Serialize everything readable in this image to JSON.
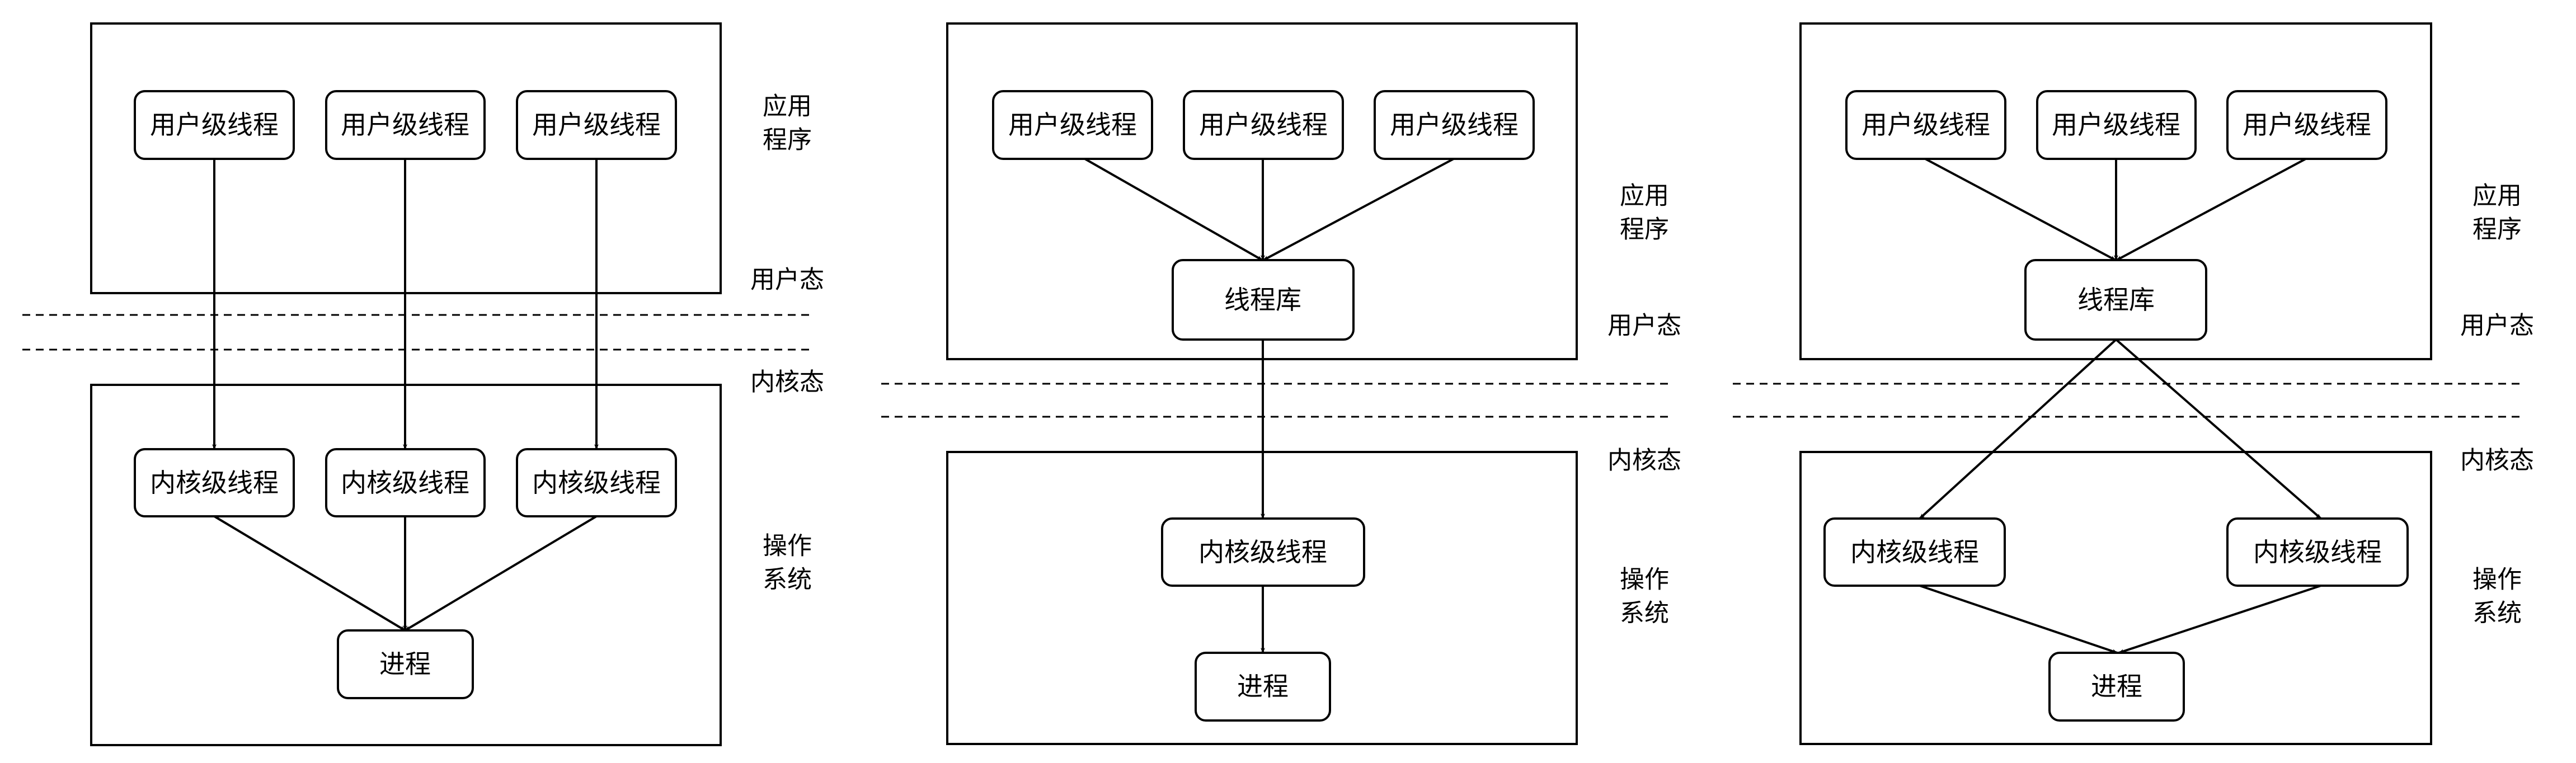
{
  "diagrams": [
    {
      "user_threads": [
        "用户级线程",
        "用户级线程",
        "用户级线程"
      ],
      "kernel_threads": [
        "内核级线程",
        "内核级线程",
        "内核级线程"
      ],
      "process": "进程",
      "app_label": [
        "应用",
        "程序"
      ],
      "user_mode": "用户态",
      "kernel_mode": "内核态",
      "os_label": [
        "操作",
        "系统"
      ]
    },
    {
      "user_threads": [
        "用户级线程",
        "用户级线程",
        "用户级线程"
      ],
      "thread_lib": "线程库",
      "kernel_threads": [
        "内核级线程"
      ],
      "process": "进程",
      "app_label": [
        "应用",
        "程序"
      ],
      "user_mode": "用户态",
      "kernel_mode": "内核态",
      "os_label": [
        "操作",
        "系统"
      ]
    },
    {
      "user_threads": [
        "用户级线程",
        "用户级线程",
        "用户级线程"
      ],
      "thread_lib": "线程库",
      "kernel_threads": [
        "内核级线程",
        "内核级线程"
      ],
      "process": "进程",
      "app_label": [
        "应用",
        "程序"
      ],
      "user_mode": "用户态",
      "kernel_mode": "内核态",
      "os_label": [
        "操作",
        "系统"
      ]
    }
  ]
}
